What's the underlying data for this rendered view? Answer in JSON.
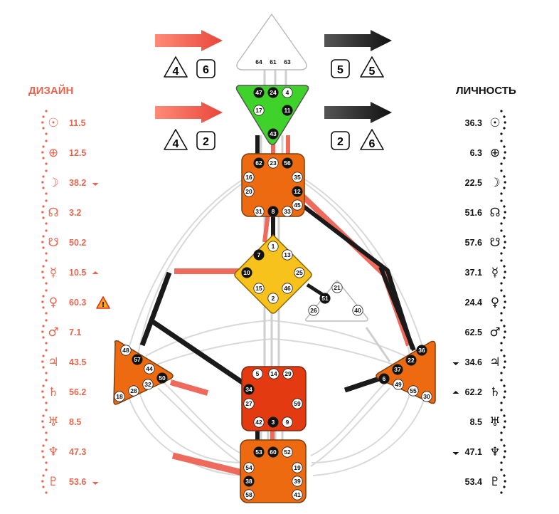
{
  "colors": {
    "design": "#e8664f",
    "personality": "#1a1a1a",
    "channel_gray": "#cfcfcf",
    "center_orange": "#ee6a10",
    "center_yellow": "#f7c21c",
    "center_green": "#3fd22a",
    "center_red": "#e43a12",
    "center_white": "#ffffff",
    "warning": "#e3301d"
  },
  "design": {
    "title": "ДИЗАЙН",
    "planets": [
      {
        "icon": "sun-icon",
        "symbol": "☉",
        "value": "11.5",
        "marker": ""
      },
      {
        "icon": "earth-icon",
        "symbol": "⊕",
        "value": "12.5",
        "marker": ""
      },
      {
        "icon": "moon-icon",
        "symbol": "☽",
        "value": "38.2",
        "marker": "down"
      },
      {
        "icon": "north-node-icon",
        "symbol": "☊",
        "value": "3.2",
        "marker": ""
      },
      {
        "icon": "south-node-icon",
        "symbol": "☋",
        "value": "50.2",
        "marker": ""
      },
      {
        "icon": "mercury-icon",
        "symbol": "☿",
        "value": "10.5",
        "marker": "up"
      },
      {
        "icon": "venus-icon",
        "symbol": "♀",
        "value": "60.3",
        "marker": "warning"
      },
      {
        "icon": "mars-icon",
        "symbol": "♂",
        "value": "7.1",
        "marker": ""
      },
      {
        "icon": "jupiter-icon",
        "symbol": "♃",
        "value": "43.5",
        "marker": ""
      },
      {
        "icon": "saturn-icon",
        "symbol": "♄",
        "value": "56.2",
        "marker": ""
      },
      {
        "icon": "uranus-icon",
        "symbol": "♅",
        "value": "8.5",
        "marker": ""
      },
      {
        "icon": "neptune-icon",
        "symbol": "♆",
        "value": "47.3",
        "marker": ""
      },
      {
        "icon": "pluto-icon",
        "symbol": "♇",
        "value": "53.6",
        "marker": "down"
      }
    ]
  },
  "personality": {
    "title": "ЛИЧНОСТЬ",
    "planets": [
      {
        "icon": "sun-icon",
        "symbol": "☉",
        "value": "36.3",
        "marker": ""
      },
      {
        "icon": "earth-icon",
        "symbol": "⊕",
        "value": "6.3",
        "marker": ""
      },
      {
        "icon": "moon-icon",
        "symbol": "☽",
        "value": "22.5",
        "marker": ""
      },
      {
        "icon": "north-node-icon",
        "symbol": "☊",
        "value": "51.6",
        "marker": ""
      },
      {
        "icon": "south-node-icon",
        "symbol": "☋",
        "value": "57.6",
        "marker": ""
      },
      {
        "icon": "mercury-icon",
        "symbol": "☿",
        "value": "37.1",
        "marker": ""
      },
      {
        "icon": "venus-icon",
        "symbol": "♀",
        "value": "24.4",
        "marker": ""
      },
      {
        "icon": "mars-icon",
        "symbol": "♂",
        "value": "62.5",
        "marker": ""
      },
      {
        "icon": "jupiter-icon",
        "symbol": "♃",
        "value": "34.6",
        "marker": "down"
      },
      {
        "icon": "saturn-icon",
        "symbol": "♄",
        "value": "62.2",
        "marker": "up"
      },
      {
        "icon": "uranus-icon",
        "symbol": "♅",
        "value": "8.5",
        "marker": ""
      },
      {
        "icon": "neptune-icon",
        "symbol": "♆",
        "value": "47.1",
        "marker": "down"
      },
      {
        "icon": "pluto-icon",
        "symbol": "♇",
        "value": "53.4",
        "marker": ""
      }
    ]
  },
  "arrows": {
    "design_top": {
      "shape": "triangle",
      "left": "4",
      "right_shape": "square",
      "right": "6"
    },
    "design_bottom": {
      "shape": "triangle",
      "left": "4",
      "right_shape": "square",
      "right": "2"
    },
    "personality_top": {
      "left_shape": "square",
      "left": "5",
      "right_shape": "triangle",
      "right": "5"
    },
    "personality_bottom": {
      "left_shape": "square",
      "left": "2",
      "right_shape": "triangle",
      "right": "6"
    }
  },
  "centers": {
    "head": {
      "color": "white",
      "gates": [
        "64",
        "61",
        "63"
      ]
    },
    "ajna": {
      "color": "green",
      "gates": [
        "47",
        "24",
        "4",
        "17",
        "11",
        "43"
      ]
    },
    "throat": {
      "color": "orange",
      "gates": [
        "62",
        "23",
        "56",
        "16",
        "35",
        "20",
        "12",
        "45",
        "31",
        "8",
        "33"
      ]
    },
    "g": {
      "color": "yellow",
      "gates": [
        "1",
        "7",
        "13",
        "10",
        "25",
        "15",
        "46",
        "2"
      ]
    },
    "heart": {
      "color": "white",
      "gates": [
        "21",
        "51",
        "26",
        "40"
      ]
    },
    "spleen": {
      "color": "orange",
      "gates": [
        "48",
        "57",
        "44",
        "50",
        "32",
        "28",
        "18"
      ]
    },
    "sacral": {
      "color": "red",
      "gates": [
        "5",
        "14",
        "29",
        "34",
        "27",
        "59",
        "42",
        "3",
        "9"
      ]
    },
    "solar_plexus": {
      "color": "orange",
      "gates": [
        "36",
        "22",
        "37",
        "6",
        "49",
        "55",
        "30"
      ]
    },
    "root": {
      "color": "orange",
      "gates": [
        "53",
        "60",
        "52",
        "54",
        "19",
        "38",
        "39",
        "58",
        "41"
      ]
    }
  },
  "active_gates": {
    "black": [
      "47",
      "24",
      "11",
      "43",
      "62",
      "56",
      "12",
      "8",
      "7",
      "10",
      "51",
      "57",
      "50",
      "34",
      "3",
      "36",
      "22",
      "37",
      "6",
      "53",
      "60",
      "38"
    ],
    "white": [
      "4",
      "17",
      "23",
      "16",
      "20",
      "35",
      "31",
      "33",
      "45",
      "1",
      "13",
      "25",
      "15",
      "46",
      "2",
      "21",
      "26",
      "40",
      "48",
      "44",
      "32",
      "28",
      "18",
      "5",
      "14",
      "29",
      "27",
      "59",
      "42",
      "9",
      "49",
      "55",
      "30",
      "52",
      "54",
      "19",
      "39",
      "58",
      "41"
    ]
  }
}
